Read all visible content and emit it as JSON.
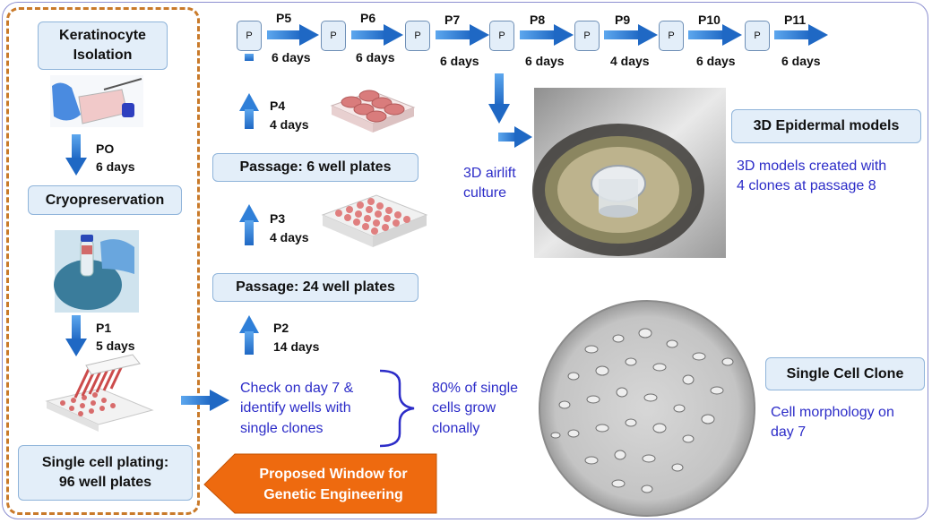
{
  "left_column": {
    "isolation": "Keratinocyte Isolation",
    "p0_label": "PO",
    "p0_days": "6 days",
    "cryo": "Cryopreservation",
    "p1_label": "P1",
    "p1_days": "5 days",
    "plating_line1": "Single cell plating:",
    "plating_line2": "96 well plates"
  },
  "orange_callout": {
    "line1": "Proposed Window for",
    "line2": "Genetic Engineering"
  },
  "middle": {
    "check_text": "Check on day 7 &\nidentify wells with\nsingle clones",
    "brace_text": "80% of single\ncells grow\nclonally",
    "p2_label": "P2",
    "p2_days": "14 days",
    "passage24": "Passage: 24 well plates",
    "p3_label": "P3",
    "p3_days": "4 days",
    "passage6": "Passage: 6 well plates",
    "p4_label": "P4",
    "p4_days": "4 days"
  },
  "top_row": {
    "box_label": "P",
    "steps": [
      {
        "label": "P5",
        "days": "6 days"
      },
      {
        "label": "P6",
        "days": "6 days"
      },
      {
        "label": "P7",
        "days": "6 days"
      },
      {
        "label": "P8",
        "days": "6 days"
      },
      {
        "label": "P9",
        "days": "4 days"
      },
      {
        "label": "P10",
        "days": "6 days"
      },
      {
        "label": "P11",
        "days": "6 days"
      }
    ]
  },
  "right": {
    "airlift": "3D airlift\nculture",
    "models_title": "3D Epidermal models",
    "models_desc": "3D models created with\n4 clones at passage 8",
    "clone_title": "Single Cell Clone",
    "clone_desc": "Cell morphology on\nday 7"
  },
  "colors": {
    "arrow_blue": "#2f7fd8",
    "box_fill": "#e3eef9",
    "dashed_border": "#c97a2a",
    "callout_orange": "#ee6a0f",
    "annotation_text": "#2c2cc8"
  }
}
